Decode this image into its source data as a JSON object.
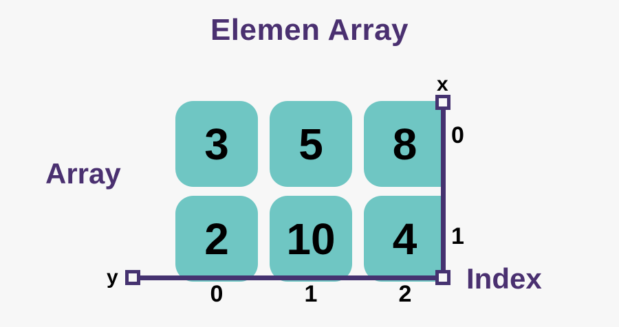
{
  "meta": {
    "background_color": "#f7f7f7",
    "accent_purple": "#4a3070",
    "axis_purple": "#453270",
    "cell_teal": "#6fc6c3",
    "value_text_color": "#000000"
  },
  "title": "Elemen Array",
  "labels": {
    "array": "Array",
    "index": "Index",
    "axis_x": "x",
    "axis_y": "y"
  },
  "chart_data": {
    "type": "table",
    "title": "Elemen Array",
    "xlabel": "Index",
    "ylabel": "Array",
    "column_headers": [
      "0",
      "1",
      "2"
    ],
    "row_headers": [
      "0",
      "1"
    ],
    "rows": [
      [
        "3",
        "5",
        "8"
      ],
      [
        "2",
        "10",
        "4"
      ]
    ],
    "values": [
      [
        3,
        5,
        8
      ],
      [
        2,
        10,
        4
      ]
    ],
    "grid": false,
    "legend": "none",
    "annotations": [
      "x",
      "y"
    ]
  }
}
